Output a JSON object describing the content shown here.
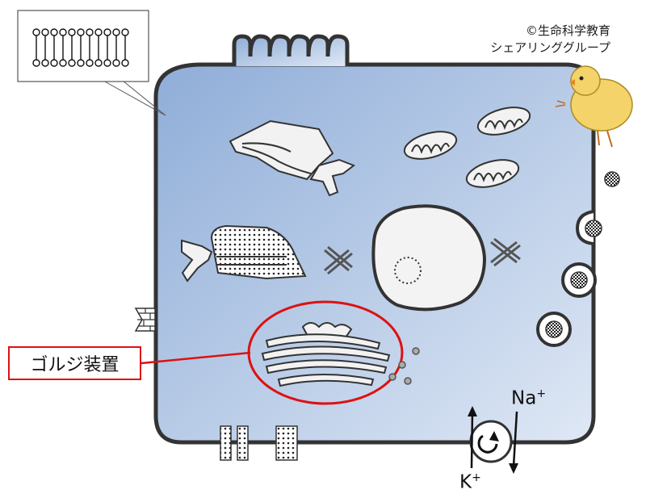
{
  "copyright": {
    "line1": "©生命科学教育",
    "line2": "シェアリンググループ"
  },
  "labels": {
    "golgi": "ゴルジ装置",
    "na": "Na",
    "k": "K",
    "charge": "+"
  },
  "colors": {
    "cell_fill_start": "#8fadd8",
    "cell_fill_end": "#d7e2f2",
    "membrane": "#333333",
    "highlight": "#dd1111"
  },
  "icons": [
    "phospholipid-bilayer-icon",
    "microvilli-icon",
    "rough-er-icon",
    "smooth-er-icon",
    "mitochondria-icon",
    "nucleus-icon",
    "centriole-icon",
    "golgi-icon",
    "vesicle-icon",
    "endocytosis-icon",
    "gap-junction-icon",
    "desmosome-icon",
    "sodium-potassium-pump-icon",
    "chick-illustration"
  ]
}
